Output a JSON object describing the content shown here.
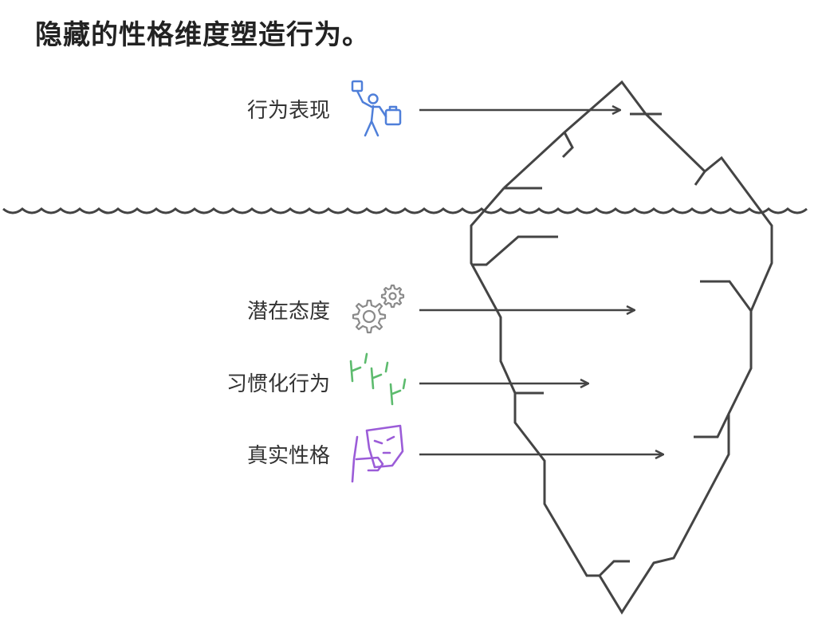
{
  "title": "隐藏的性格维度塑造行为。",
  "layers": [
    {
      "id": "behavior",
      "label": "行为表现",
      "icon": "person-with-flag-and-bag-icon",
      "color": "#4f7fd9"
    },
    {
      "id": "attitude",
      "label": "潜在态度",
      "icon": "gears-icon",
      "color": "#8a8a8a"
    },
    {
      "id": "habit",
      "label": "习惯化行为",
      "icon": "footprints-icon",
      "color": "#5dbb6e"
    },
    {
      "id": "personality",
      "label": "真实性格",
      "icon": "mask-icon",
      "color": "#9b5cd8"
    }
  ],
  "colors": {
    "line": "#444444",
    "text": "#333333"
  }
}
